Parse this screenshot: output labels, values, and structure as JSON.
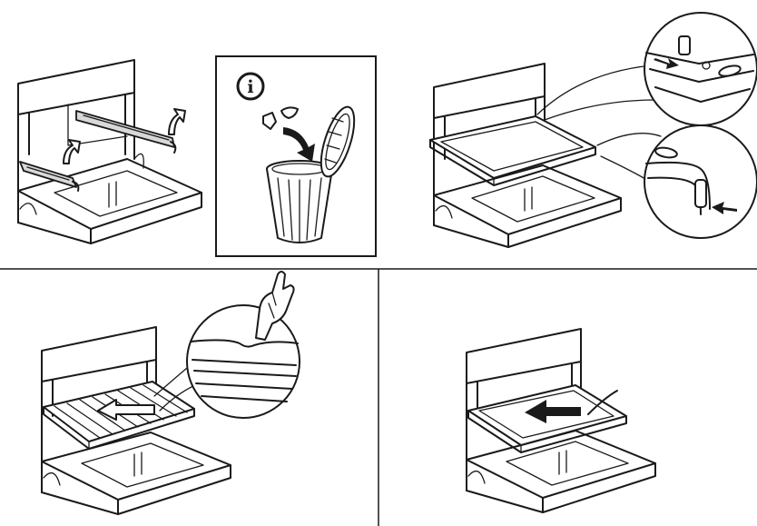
{
  "info_badge": {
    "symbol": "i"
  },
  "colors": {
    "line": "#1a1a1a",
    "background": "#ffffff",
    "shade": "#d8d8d8"
  },
  "steps": [
    {
      "id": "remove-rails",
      "icons": [
        "oven-icon",
        "rail-lift-arrow-icon"
      ]
    },
    {
      "id": "discard-packaging",
      "icons": [
        "info-icon",
        "trash-can-icon",
        "arrow-down-icon"
      ]
    },
    {
      "id": "install-tray-on-rails",
      "icons": [
        "oven-icon",
        "tray-icon",
        "magnifier-callout-icon",
        "push-arrow-icon"
      ]
    },
    {
      "id": "slide-grill-shelf",
      "icons": [
        "oven-icon",
        "wire-shelf-icon",
        "hand-icon",
        "magnifier-callout-icon",
        "slide-arrow-icon"
      ]
    },
    {
      "id": "slide-baking-tray",
      "icons": [
        "oven-icon",
        "tray-icon",
        "slide-arrow-icon"
      ]
    }
  ]
}
